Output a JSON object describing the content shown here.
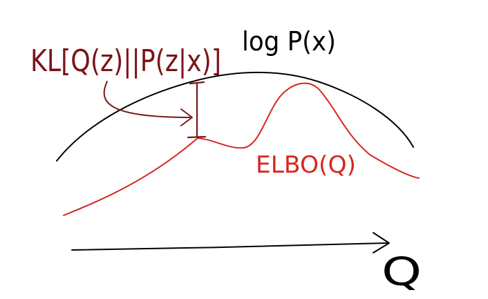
{
  "diagram": {
    "labels": {
      "log_evidence": "log P(x)",
      "kl_term": "KL[Q(z)||P(z|x)]",
      "elbo": "ELBO(Q)",
      "axis": "Q"
    },
    "colors": {
      "log_evidence": "#000000",
      "kl_term": "#7a1418",
      "elbo": "#d4271f",
      "axis": "#000000"
    }
  }
}
